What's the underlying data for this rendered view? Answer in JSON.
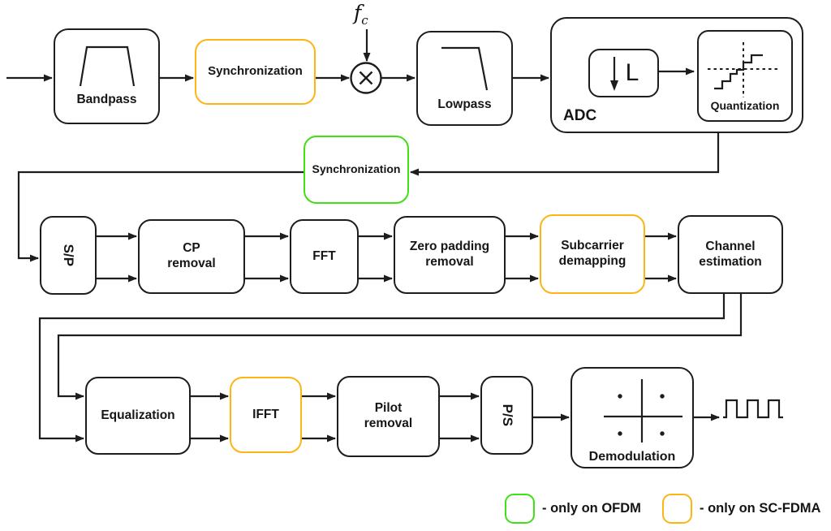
{
  "colors": {
    "ofdm_green": "#3fe014",
    "sc_fdma_orange": "#fdb515",
    "line_ink": "#1d1d1b"
  },
  "blocks": {
    "bandpass": {
      "label": "Bandpass"
    },
    "sync_rf": {
      "label": "Synchronization"
    },
    "carrier_freq": {
      "symbol": "f",
      "subscript": "c"
    },
    "lowpass": {
      "label": "Lowpass"
    },
    "adc": {
      "label": "ADC"
    },
    "downsample": {
      "label": "L"
    },
    "quantization": {
      "label": "Quantization"
    },
    "sync_baseband": {
      "label": "Synchronization"
    },
    "serial_to_parallel": {
      "label": "S/P"
    },
    "cp_removal": {
      "label": "CP\nremoval"
    },
    "fft": {
      "label": "FFT"
    },
    "zero_padding_removal": {
      "label": "Zero padding\nremoval"
    },
    "subcarrier_demapping": {
      "label": "Subcarrier\ndemapping"
    },
    "channel_estimation": {
      "label": "Channel\nestimation"
    },
    "equalization": {
      "label": "Equalization"
    },
    "ifft": {
      "label": "IFFT"
    },
    "pilot_removal": {
      "label": "Pilot\nremoval"
    },
    "parallel_to_serial": {
      "label": "P/S"
    },
    "demodulation": {
      "label": "Demodulation"
    }
  },
  "legend": [
    {
      "label": "- only on OFDM",
      "applies_to": "OFDM",
      "color": "#3fe014"
    },
    {
      "label": "- only on SC-FDMA",
      "applies_to": "SC-FDMA",
      "color": "#fdb515"
    }
  ]
}
